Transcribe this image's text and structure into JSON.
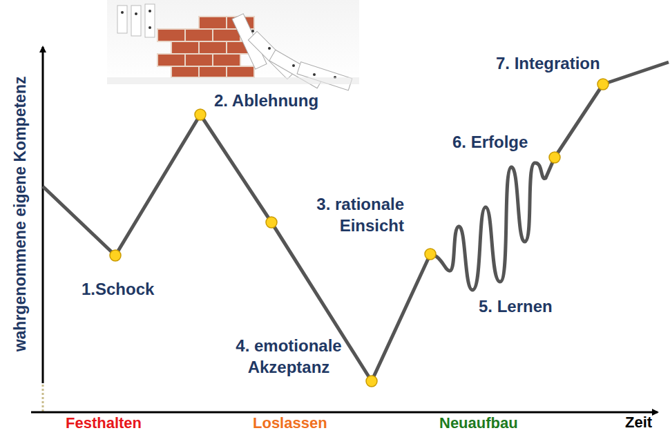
{
  "diagram": {
    "labels": [
      "wahrgenommene eigene Kompetenz",
      "1.Schock",
      "2. Ablehnung",
      "3. rationale Einsicht",
      "4. emotionale Akzeptanz",
      "5. Lernen",
      "6. Erfolge",
      "7. Integration",
      "Festhalten",
      "Loslassen",
      "Neuaufbau",
      "Zeit"
    ]
  }
}
